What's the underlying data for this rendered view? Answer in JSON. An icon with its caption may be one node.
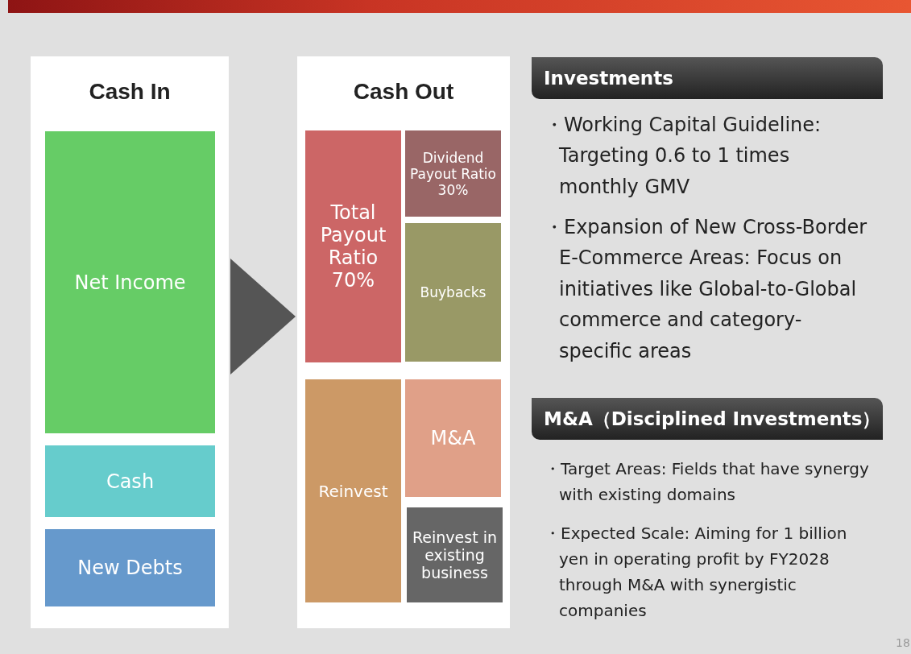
{
  "diagram": {
    "nodes": [
      {
        "text": [
          "Cash In"
        ]
      },
      {
        "text": [
          "Net Income"
        ],
        "in": 0
      },
      {
        "text": [
          "Cash"
        ],
        "in": 0
      },
      {
        "text": [
          "New Debts"
        ],
        "in": 0
      },
      {
        "text": [
          "Cash Out"
        ]
      },
      {
        "text": [
          "Total Payout Ratio 70%"
        ],
        "in": 4
      },
      {
        "text": [
          "Dividend Payout Ratio 30%"
        ],
        "in": 4
      },
      {
        "text": [
          "Buybacks"
        ],
        "in": 4
      },
      {
        "text": [
          "Reinvest"
        ],
        "in": 4
      },
      {
        "text": [
          "M&A"
        ],
        "in": 4
      },
      {
        "text": [
          "Reinvest in existing business"
        ],
        "in": 4
      },
      {
        "text": [
          "Investments"
        ]
      },
      {
        "text": [
          "M&A（Disciplined Investments）"
        ]
      },
      {
        "text": [],
        "shape": "bar"
      }
    ],
    "edges": [
      {
        "from": 0,
        "to": 4,
        "arrow": "to"
      }
    ],
    "labels": [
      "・Working Capital Guideline: Targeting 0.6 to 1 times monthly GMV",
      "・Expansion of New Cross-Border E-Commerce Areas: Focus on initiatives like Global-to-Global commerce and category-specific areas",
      "・Target Areas: Fields that have synergy with existing domains",
      "・Expected Scale: Aiming for 1 billion yen in operating profit by FY2028 through M&A with synergistic companies",
      "18"
    ]
  }
}
